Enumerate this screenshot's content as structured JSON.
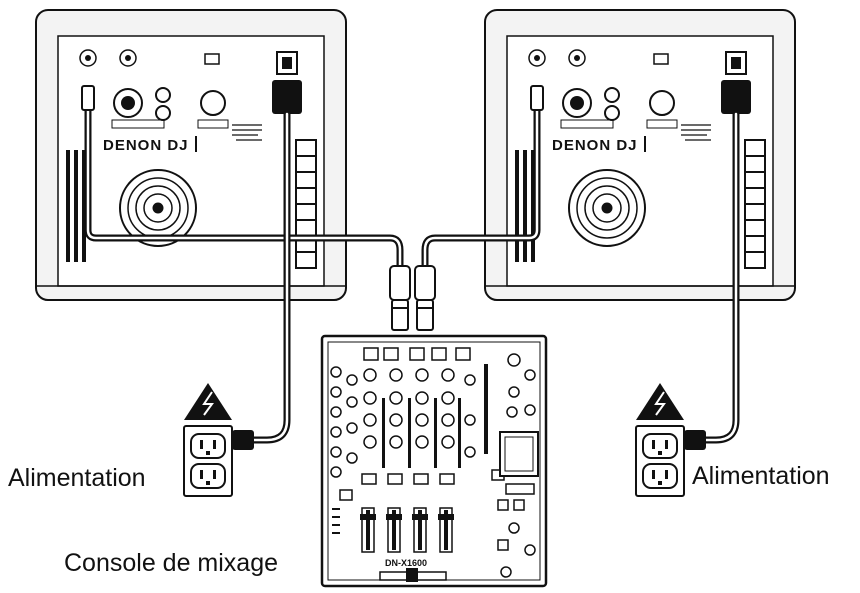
{
  "labels": {
    "power_left": "Alimentation",
    "power_right": "Alimentation",
    "mixer": "Console de mixage"
  },
  "speaker_brand": "DENON DJ",
  "mixer_model": "DN-X1600",
  "colors": {
    "line": "#111111",
    "panel": "#f3f3f3",
    "panel_inner": "#ffffff",
    "cable": "#1a1a1a"
  },
  "icons": [
    "warning-triangle-icon",
    "power-outlet-icon",
    "xlr-connector-icon",
    "power-plug-icon"
  ]
}
